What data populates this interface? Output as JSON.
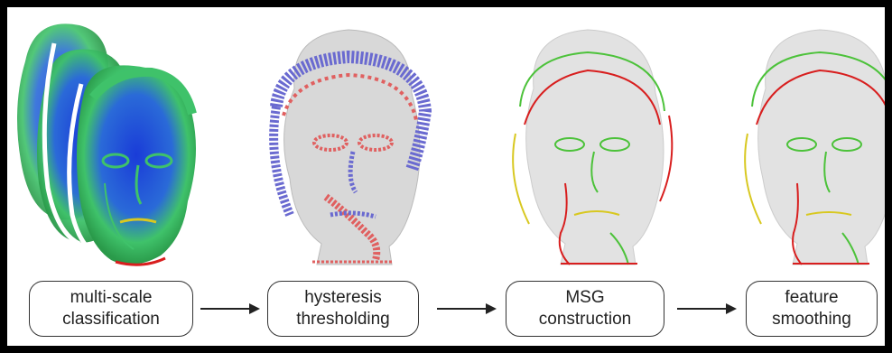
{
  "pipeline": {
    "steps": [
      {
        "line1": "multi-scale",
        "line2": "classification"
      },
      {
        "line1": "hysteresis",
        "line2": "thresholding"
      },
      {
        "line1": "MSG",
        "line2": "construction"
      },
      {
        "line1": "feature",
        "line2": "smoothing"
      }
    ]
  },
  "colors": {
    "background_frame": "#000000",
    "panel": "#ffffff",
    "box_border": "#333333",
    "arrow": "#222222",
    "head_gray": "#d8d8d8",
    "classification_blue": "#1a3cd8",
    "classification_green": "#3fc26a",
    "threshold_blue": "#6a6ad0",
    "threshold_red": "#e06060",
    "feature_red": "#d81e1e",
    "feature_green": "#4cc23a",
    "feature_yellow": "#d8c820"
  },
  "icons": [
    "multi-scale-head-stack-icon",
    "thresholded-head-icon",
    "msg-head-icon",
    "smoothed-head-icon",
    "right-arrow-icon"
  ]
}
